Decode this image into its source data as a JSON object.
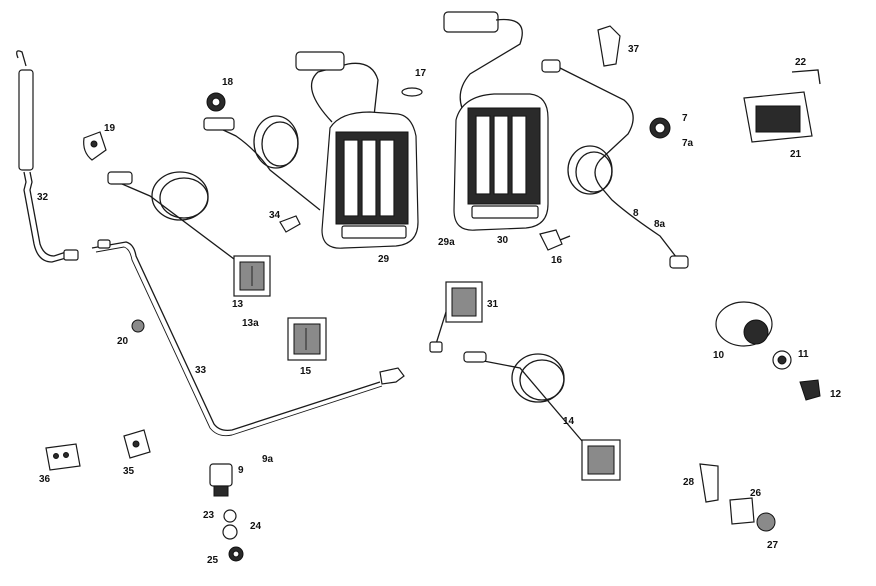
{
  "diagram": {
    "callouts": {
      "n1": "17",
      "n2": "18",
      "n3": "19",
      "n4": "20",
      "n5": "21",
      "n6": "22",
      "n7": "23",
      "n8": "24",
      "n9": "25",
      "n10": "26",
      "n11": "27",
      "n12": "28",
      "n13": "29",
      "n14": "29a",
      "n15": "30",
      "n16": "31",
      "n17": "32",
      "n18": "33",
      "n19": "34",
      "n20": "35",
      "n21": "36",
      "n22": "37",
      "n23": "7",
      "n24": "7a",
      "n25": "8",
      "n26": "8a",
      "n27": "9",
      "n28": "9a",
      "n29": "10",
      "n30": "11",
      "n31": "12",
      "n32": "13",
      "n33": "13a",
      "n34": "14",
      "n35": "15",
      "n36": "16"
    },
    "colors": {
      "ink": "#1a1a1a",
      "background": "#ffffff"
    }
  }
}
